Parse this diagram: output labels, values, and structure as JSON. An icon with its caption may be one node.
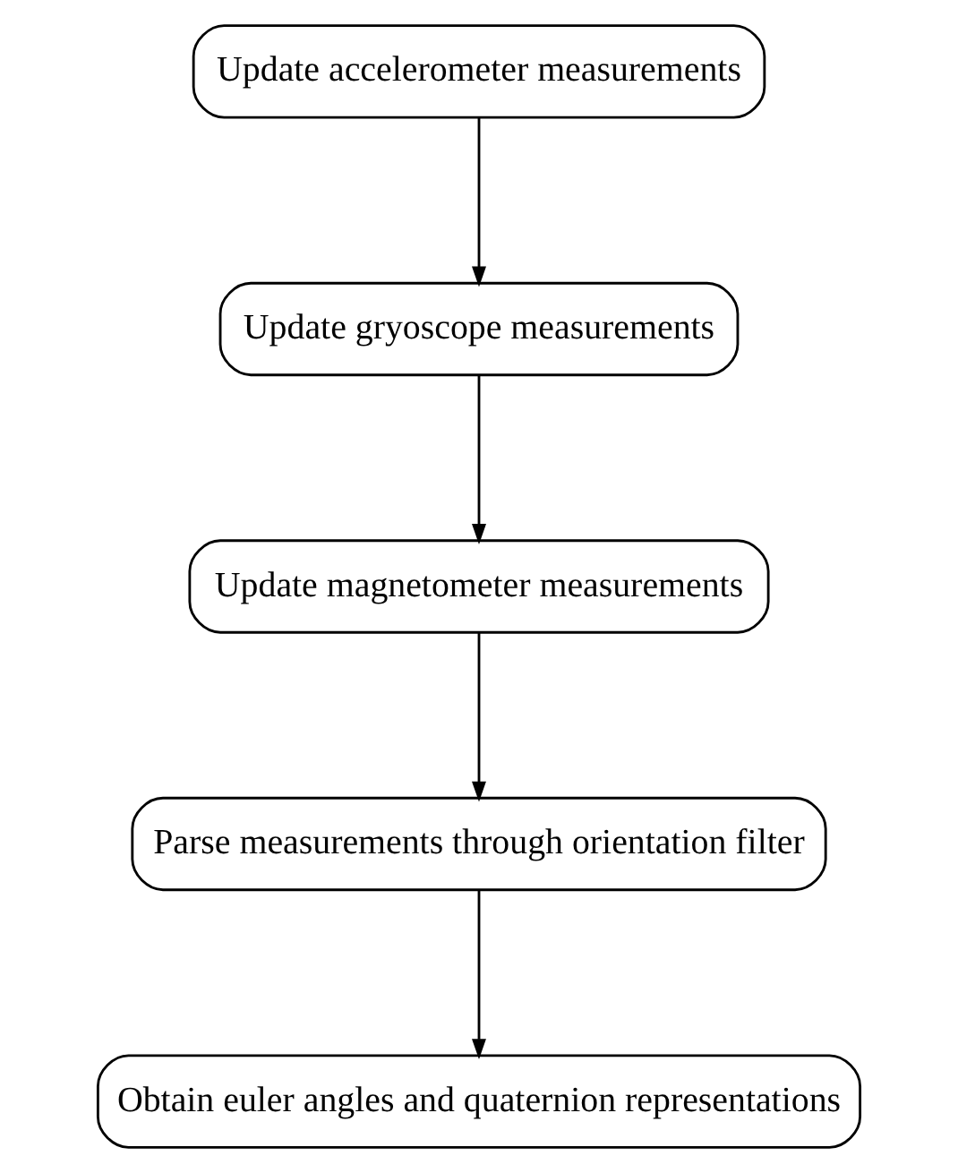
{
  "diagram": {
    "nodes": [
      {
        "text": [
          "Update accelerometer measurements"
        ]
      },
      {
        "text": [
          "Update gryoscope measurements"
        ]
      },
      {
        "text": [
          "Update magnetometer measurements"
        ]
      },
      {
        "text": [
          "Parse measurements through orientation filter"
        ]
      },
      {
        "text": [
          "Obtain euler angles and quaternion representations"
        ]
      }
    ],
    "edges": [
      {
        "from": 0,
        "to": 1,
        "arrow": "to"
      },
      {
        "from": 1,
        "to": 2,
        "arrow": "to"
      },
      {
        "from": 2,
        "to": 3,
        "arrow": "to"
      },
      {
        "from": 3,
        "to": 4,
        "arrow": "to"
      }
    ]
  }
}
